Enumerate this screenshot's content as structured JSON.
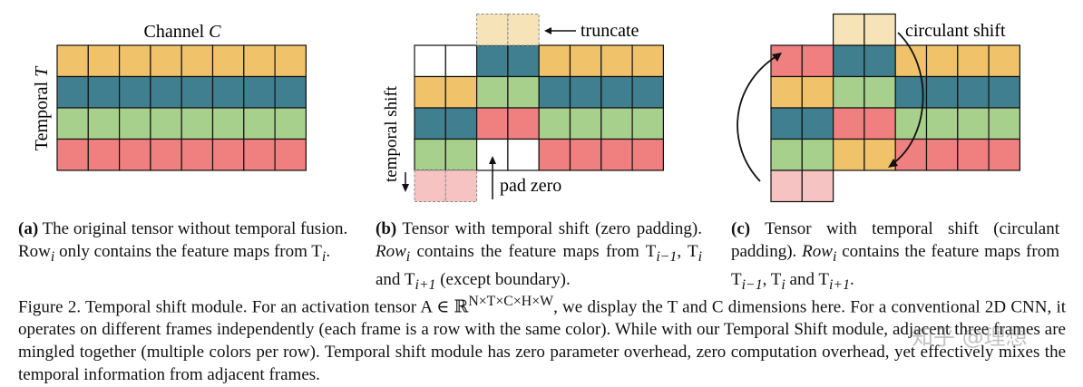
{
  "panel_a": {
    "channel_label": "Channel C",
    "temporal_label": "Temporal T",
    "caption_tag": "(a)",
    "caption_text": "The original tensor without temporal fusion. Row",
    "caption_sub": "i",
    "caption_text2": " only contains the feature maps from T",
    "caption_sub2": "i",
    "caption_end": "."
  },
  "panel_b": {
    "truncate_label": "truncate",
    "pad_label": "pad zero",
    "shift_label": "temporal shift",
    "caption_tag": "(b)",
    "caption_text": " Tensor with temporal shift (zero padding). ",
    "caption_row": "Row",
    "caption_sub": "i",
    "caption_mid": " contains the feature maps from T",
    "caption_s1": "i−1",
    "caption_sep": ", T",
    "caption_s2": "i",
    "caption_and": " and T",
    "caption_s3": "i+1",
    "caption_end": " (except boundary)."
  },
  "panel_c": {
    "shift_label": "circulant shift",
    "caption_tag": "(c)",
    "caption_text": " Tensor with temporal shift (circulant padding). ",
    "caption_row": "Row",
    "caption_sub": "i",
    "caption_mid": " contains the feature maps from T",
    "caption_s1": "i−1",
    "caption_sep": ", T",
    "caption_s2": "i",
    "caption_and": " and T",
    "caption_s3": "i+1",
    "caption_end": "."
  },
  "figure_caption": {
    "part1": "Figure 2. Temporal shift module. For an activation tensor A ∈ ℝ",
    "sup": "N×T×C×H×W",
    "part2": ", we display the T and C dimensions here. For a conventional 2D CNN, it operates on different frames independently (each frame is a row with the same color). While with our Temporal Shift module, adjacent three frames are mingled together (multiple colors per row). Temporal shift module has zero parameter overhead, zero computation overhead, yet effectively mixes the temporal information from adjacent frames."
  },
  "watermark": "知乎 @理想",
  "colors": {
    "yellow": "#f0c36b",
    "teal": "#3f7f8f",
    "green": "#a8d08d",
    "red": "#f07f7f",
    "white": "#ffffff",
    "pale_yellow": "#f7e3b8",
    "pale_red": "#f7c2c2",
    "grid_line": "#111111"
  }
}
